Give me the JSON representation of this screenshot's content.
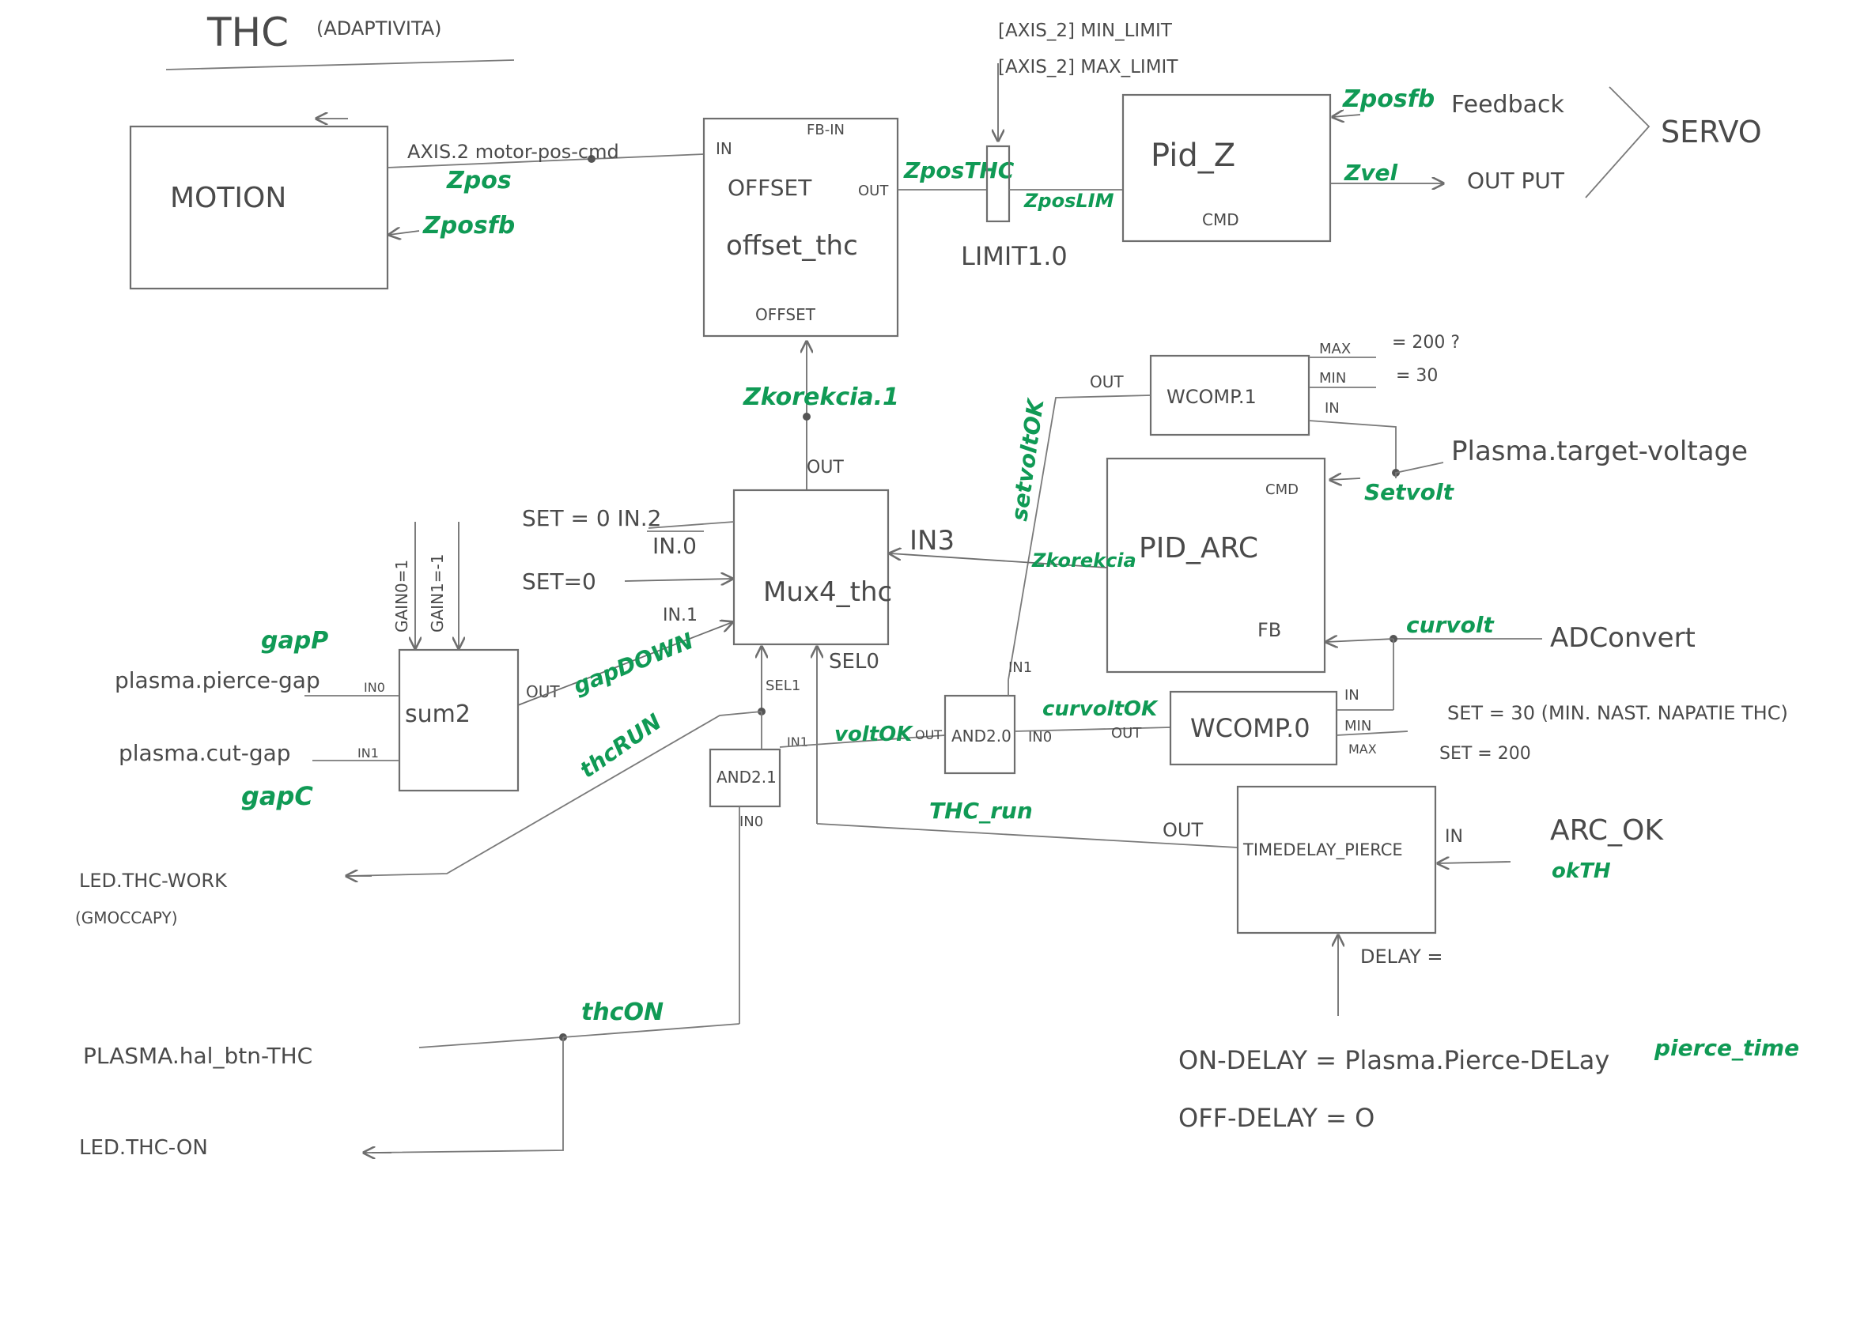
{
  "title": "THC",
  "title_sub": "(ADAPTIVITA)",
  "axis_limits": {
    "min": "[AXIS_2] MIN_LIMIT",
    "max": "[AXIS_2] MAX_LIMIT"
  },
  "blocks": {
    "motion": {
      "name": "MOTION"
    },
    "offset": {
      "pin_in": "IN",
      "pin_fbin": "FB-IN",
      "type": "OFFSET",
      "pin_out": "OUT",
      "inst": "offset_thc",
      "pin_offset": "OFFSET"
    },
    "limit": {
      "name": "LIMIT1.0"
    },
    "pid_z": {
      "name": "Pid_Z",
      "pin_cmd": "CMD"
    },
    "servo": {
      "feedback": "Feedback",
      "output": "OUT PUT",
      "name": "SERVO"
    },
    "wcomp1": {
      "name": "WCOMP.1",
      "pin_out": "OUT",
      "pin_max": "MAX",
      "max_val": "= 200 ?",
      "pin_min": "MIN",
      "min_val": "= 30",
      "pin_in": "IN"
    },
    "pid_arc": {
      "name": "PID_ARC",
      "pin_cmd": "CMD",
      "pin_fb": "FB"
    },
    "mux": {
      "name": "Mux4_thc",
      "pin_out": "OUT",
      "in2": "SET = 0  IN.2",
      "in0": "IN.0",
      "set0": "SET=0",
      "in1": "IN.1",
      "in3": "IN3",
      "sel1": "SEL1",
      "sel0": "SEL0"
    },
    "sum": {
      "name": "sum2",
      "gain0": "GAIN0=1",
      "gain1": "GAIN1=-1",
      "in0": "IN0",
      "in1": "IN1",
      "pin_out": "OUT"
    },
    "and21": {
      "name": "AND2.1",
      "in1": "IN1",
      "in0": "IN0"
    },
    "and20": {
      "name": "AND2.0",
      "pin_out": "OUT",
      "in1": "IN1",
      "in0": "IN0"
    },
    "wcomp0": {
      "name": "WCOMP.0",
      "pin_out": "OUT",
      "pin_in": "IN",
      "pin_min": "MIN",
      "pin_max": "MAX"
    },
    "timedelay": {
      "name": "TIMEDELAY_PIERCE",
      "pin_out": "OUT",
      "pin_in": "IN",
      "delay": "DELAY ="
    }
  },
  "pins": {
    "axis2_cmd": "AXIS.2 motor-pos-cmd",
    "target_voltage": "Plasma.target-voltage",
    "adconvert": "ADConvert",
    "wcomp0_min_set": "SET = 30 (MIN. NAST. NAPATIE THC)",
    "wcomp0_max_set": "SET = 200",
    "pierce_gap": "plasma.pierce-gap",
    "cut_gap": "plasma.cut-gap",
    "arc_ok": "ARC_OK",
    "led_work": "LED.THC-WORK",
    "led_work_note": "(GMOCCAPY)",
    "btn_thc": "PLASMA.hal_btn-THC",
    "led_on": "LED.THC-ON",
    "on_delay": "ON-DELAY = Plasma.Pierce-DELay",
    "off_delay": "OFF-DELAY = O"
  },
  "signals": {
    "zpos": "Zpos",
    "zposfb_motion": "Zposfb",
    "zposthc": "ZposTHC",
    "zposlim": "ZposLIM",
    "zposfb_servo": "Zposfb",
    "zvel": "Zvel",
    "zkorekcia1": "Zkorekcia.1",
    "setvoltok": "setvoltOK",
    "setvolt": "Setvolt",
    "zkorekcia": "Zkorekcia",
    "curvolt": "curvolt",
    "curvoltok": "curvoltOK",
    "voltok": "voltOK",
    "gapp": "gapP",
    "gapc": "gapC",
    "gapdown": "gapDOWN",
    "thcrun": "thcRUN",
    "thc_run": "THC_run",
    "okth": "okTH",
    "thcon": "thcON",
    "pierce_time": "pierce_time"
  },
  "colors": {
    "ink": "#6e6e6e",
    "signal": "#109a55",
    "paper": "#ffffff"
  }
}
